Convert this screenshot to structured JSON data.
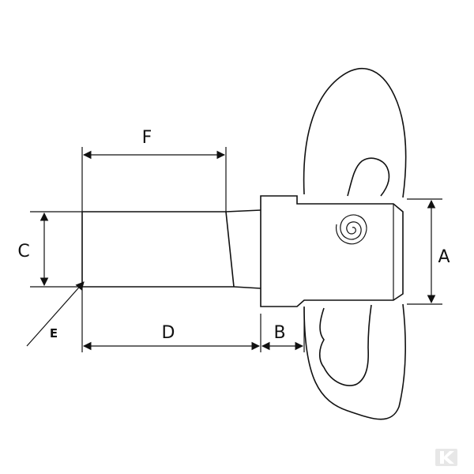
{
  "diagram": {
    "labels": {
      "a": "A",
      "b": "B",
      "c": "C",
      "d": "D",
      "e": "E",
      "f": "F"
    },
    "icons": {
      "spiral": "spiral-icon",
      "logo": "brand-k-logo-icon"
    }
  }
}
